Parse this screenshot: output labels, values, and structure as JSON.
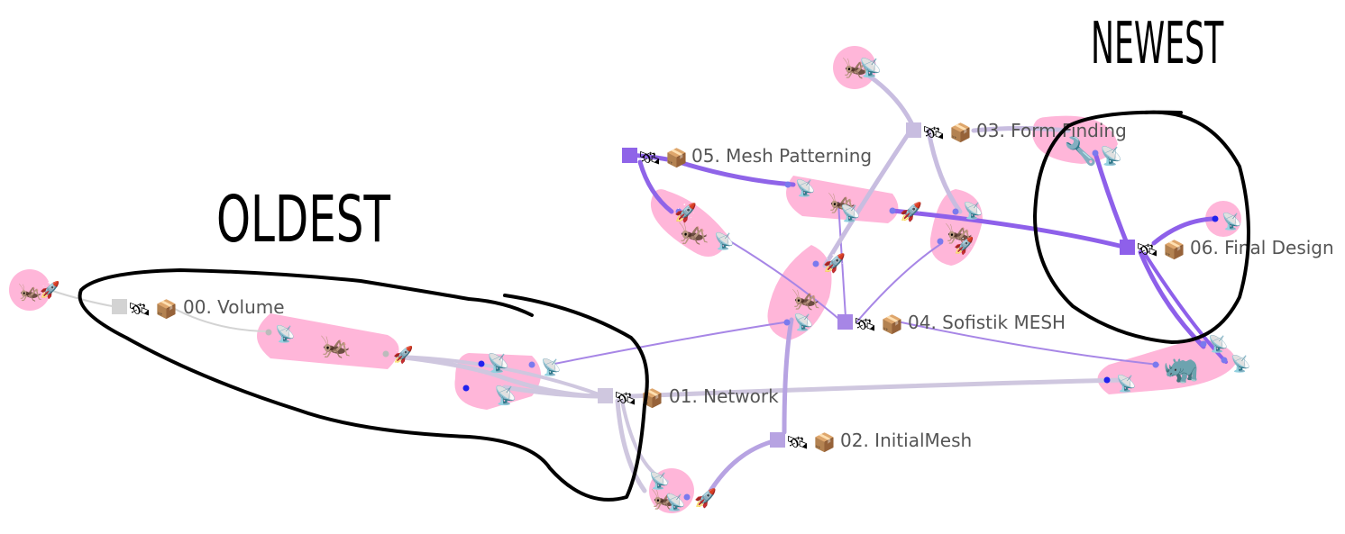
{
  "streams": [
    {
      "id": "s00",
      "label": "00. Volume",
      "color": "#d3d3d3"
    },
    {
      "id": "s01",
      "label": "01. Network",
      "color": "#cfc7df"
    },
    {
      "id": "s02",
      "label": "02. InitialMesh",
      "color": "#b7a3e2"
    },
    {
      "id": "s03",
      "label": "03. Form Finding",
      "color": "#c8bde0"
    },
    {
      "id": "s04",
      "label": "04. Sofistik MESH",
      "color": "#a786e6"
    },
    {
      "id": "s05",
      "label": "05. Mesh Patterning",
      "color": "#8f64e8"
    },
    {
      "id": "s06",
      "label": "06. Final Design",
      "color": "#8e60ea"
    }
  ],
  "annotations": {
    "oldest": "OLDEST",
    "newest": "NEWEST"
  },
  "icons": {
    "satellite": "🛰",
    "package": "📦",
    "grasshopper": "🦗",
    "rocket": "🚀",
    "antenna": "📡",
    "wrench": "🔧",
    "rhino": "🦏"
  }
}
